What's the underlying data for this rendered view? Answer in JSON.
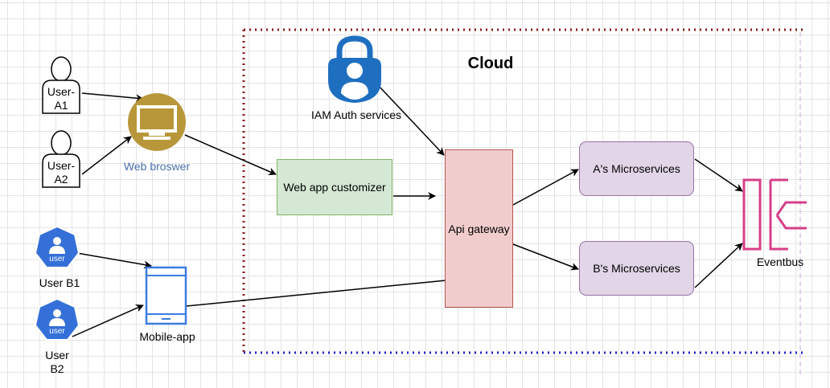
{
  "title": "Cloud",
  "users": {
    "a1": "User-\nA1",
    "a2": "User-\nA2",
    "b1": "User B1",
    "b2": "User\nB2",
    "badge_text": "user"
  },
  "nodes": {
    "web_browser": "Web broswer",
    "mobile_app": "Mobile-app",
    "iam": "IAM Auth services",
    "web_app_customizer": "Web app customizer",
    "api_gateway": "Api gateway",
    "a_microservices": "A's Microservices",
    "b_microservices": "B's Microservices",
    "eventbus": "Eventbus"
  },
  "colors": {
    "web_browser_label": "#4a6fae",
    "web_browser_fill": "#b8973a",
    "mobile_outline": "#3b7de0",
    "k8s_user_fill": "#3470d8",
    "iam_fill": "#1f6fc0",
    "webapp_fill": "#d5e8d4",
    "webapp_stroke": "#82b366",
    "gateway_fill": "#f0cccc",
    "gateway_stroke": "#b85450",
    "micro_fill": "#e1d5e7",
    "micro_stroke": "#9673a6",
    "eventbus_stroke": "#d63f88",
    "cloud_border_top": "#8b1a1a",
    "cloud_border_bottom": "#2020c8"
  },
  "icons": {
    "user_a1": "person-outline-icon",
    "user_a2": "person-outline-icon",
    "user_b1": "kubernetes-user-icon",
    "user_b2": "kubernetes-user-icon",
    "web_browser": "monitor-icon",
    "mobile_app": "tablet-icon",
    "iam": "lock-user-icon",
    "eventbus": "event-bus-icon"
  }
}
